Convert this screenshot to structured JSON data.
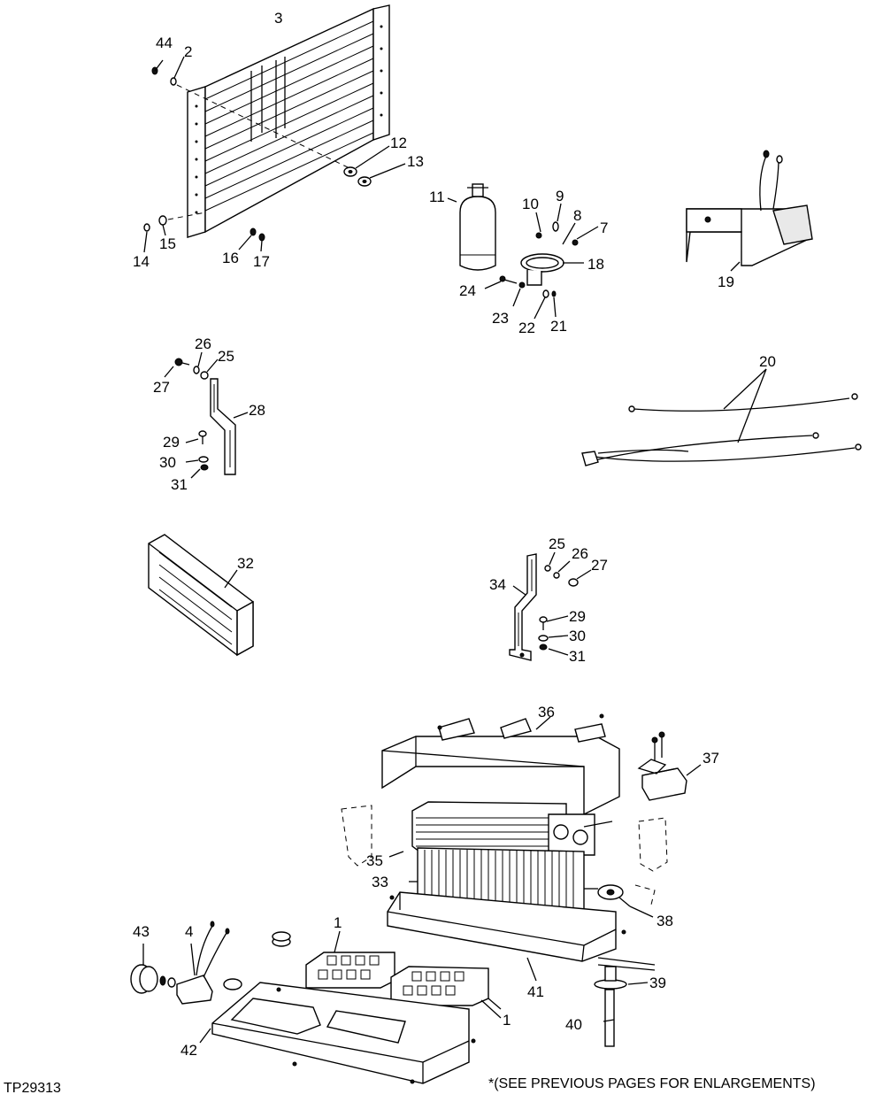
{
  "figure_id": "TP29313",
  "footnote": "*(SEE PREVIOUS PAGES FOR ENLARGEMENTS)",
  "callouts": {
    "c1": "1",
    "c2": "2",
    "c3": "3",
    "c4": "4",
    "c7": "7",
    "c8": "8",
    "c9": "9",
    "c10": "10",
    "c11": "11",
    "c12": "12",
    "c13": "13",
    "c14": "14",
    "c15": "15",
    "c16": "16",
    "c17": "17",
    "c18": "18",
    "c19": "19",
    "c20": "20",
    "c21": "21",
    "c22": "22",
    "c23": "23",
    "c24": "24",
    "c25": "25",
    "c26": "26",
    "c27": "27",
    "c28": "28",
    "c29": "29",
    "c30": "30",
    "c31": "31",
    "c32": "32",
    "c33": "33",
    "c34": "34",
    "c35": "35",
    "c36": "36",
    "c37": "37",
    "c38": "38",
    "c39": "39",
    "c40": "40",
    "c41": "41",
    "c42": "42",
    "c43": "43",
    "c44": "44"
  }
}
